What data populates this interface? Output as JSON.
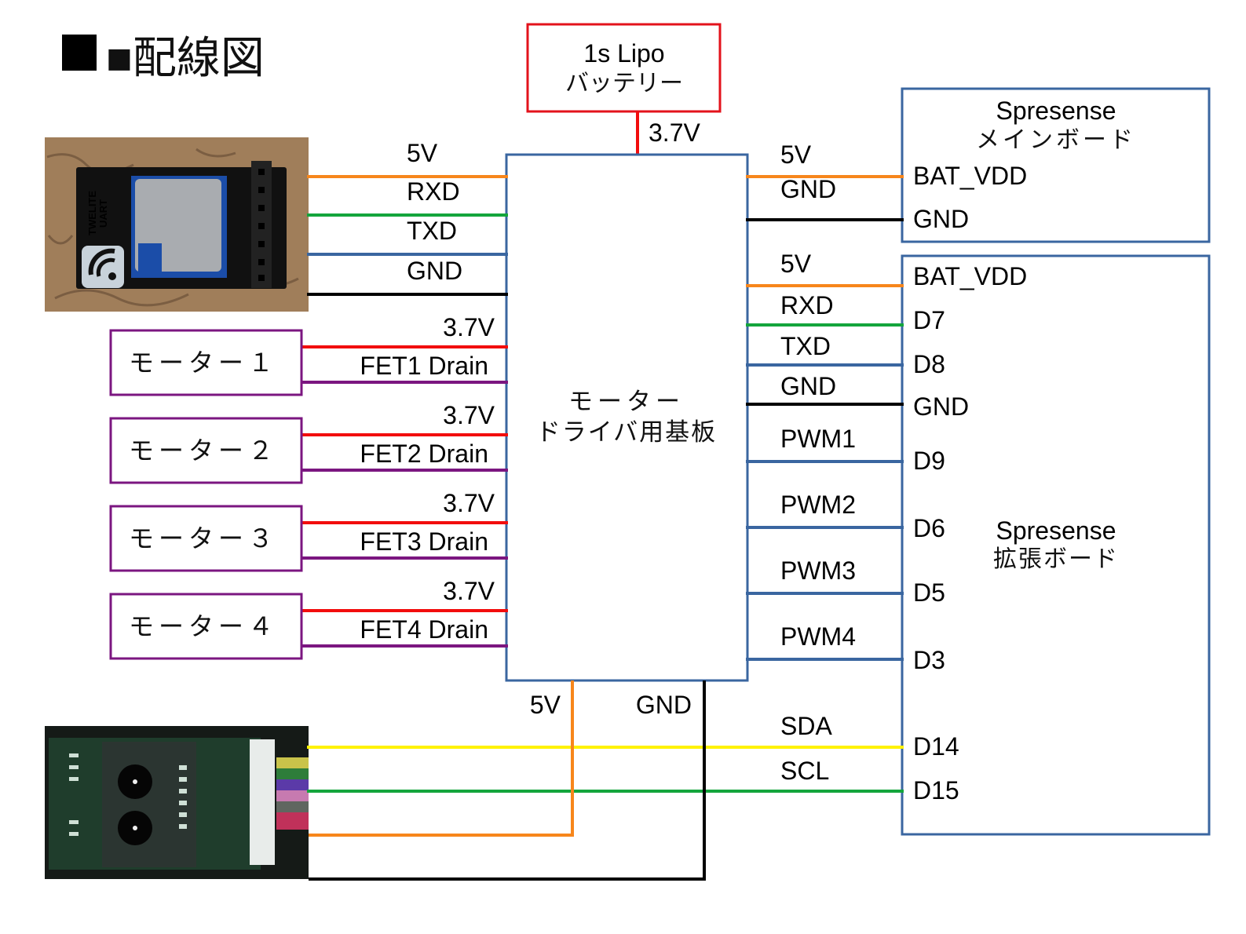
{
  "title": "■配線図",
  "colors": {
    "orange": "#F7861B",
    "green": "#14A53C",
    "blue": "#3A66A0",
    "black": "#000000",
    "red": "#F20D0D",
    "purple": "#7B1680",
    "yellow": "#FFF200",
    "battery_border": "#E3121B",
    "board_border": "#3A66A0",
    "motor_border": "#7B1680"
  },
  "battery": {
    "line1": "1s Lipo",
    "line2": "バッテリー",
    "output_label": "3.7V"
  },
  "driver_board": {
    "line1": "モーター",
    "line2": "ドライバ用基板"
  },
  "twelite": {
    "photo_label": "TWELITE UART module photo",
    "wires": [
      {
        "label": "5V",
        "color": "orange"
      },
      {
        "label": "RXD",
        "color": "green"
      },
      {
        "label": "TXD",
        "color": "blue"
      },
      {
        "label": "GND",
        "color": "black"
      }
    ]
  },
  "motors": [
    {
      "name": "モーター１",
      "power_label": "3.7V",
      "drain_label": "FET1 Drain"
    },
    {
      "name": "モーター２",
      "power_label": "3.7V",
      "drain_label": "FET2 Drain"
    },
    {
      "name": "モーター３",
      "power_label": "3.7V",
      "drain_label": "FET3 Drain"
    },
    {
      "name": "モーター４",
      "power_label": "3.7V",
      "drain_label": "FET4 Drain"
    }
  ],
  "main_board": {
    "line1": "Spresense",
    "line2": "メインボード",
    "pins": [
      {
        "pin": "BAT_VDD",
        "wire_label": "5V",
        "color": "orange"
      },
      {
        "pin": "GND",
        "wire_label": "GND",
        "color": "black"
      }
    ]
  },
  "ext_board": {
    "line1": "Spresense",
    "line2": "拡張ボード",
    "pins": [
      {
        "pin": "BAT_VDD",
        "wire_label": "5V",
        "color": "orange"
      },
      {
        "pin": "D7",
        "wire_label": "RXD",
        "color": "green"
      },
      {
        "pin": "D8",
        "wire_label": "TXD",
        "color": "blue"
      },
      {
        "pin": "GND",
        "wire_label": "GND",
        "color": "black"
      },
      {
        "pin": "D9",
        "wire_label": "PWM1",
        "color": "blue"
      },
      {
        "pin": "D6",
        "wire_label": "PWM2",
        "color": "blue"
      },
      {
        "pin": "D5",
        "wire_label": "PWM3",
        "color": "blue"
      },
      {
        "pin": "D3",
        "wire_label": "PWM4",
        "color": "blue"
      },
      {
        "pin": "D14",
        "wire_label": "SDA",
        "color": "yellow"
      },
      {
        "pin": "D15",
        "wire_label": "SCL",
        "color": "green"
      }
    ]
  },
  "sensor": {
    "photo_label": "I2C sensor module photo",
    "power_label": "5V",
    "ground_label": "GND"
  }
}
